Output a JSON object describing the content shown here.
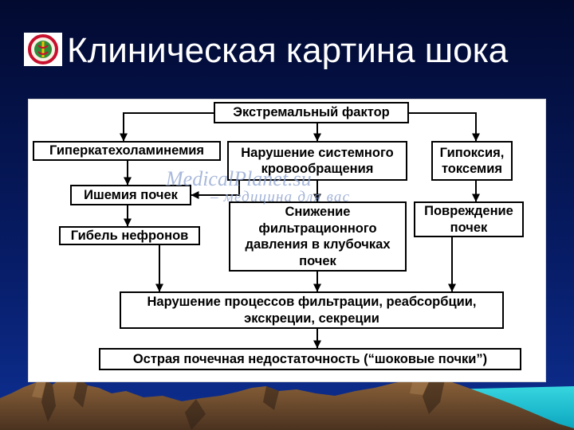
{
  "slide": {
    "title": "Клиническая картина шока",
    "watermark": {
      "site": "MedicalPlanet.su",
      "tagline": "– медицина для вас"
    }
  },
  "diagram": {
    "extreme_factor": {
      "lines": [
        "Экстремальный фактор"
      ]
    },
    "hypercatecholaminemia": {
      "lines": [
        "Гиперкатехоламинемия"
      ]
    },
    "circulation_disorder": {
      "lines": [
        "Нарушение системного",
        "кровообращения"
      ]
    },
    "hypoxia_toxemia": {
      "lines": [
        "Гипоксия,",
        "токсемия"
      ]
    },
    "renal_ischemia": {
      "lines": [
        "Ишемия почек"
      ]
    },
    "filtration_pressure_drop": {
      "lines": [
        "Снижение",
        "фильтрационного",
        "давления в клубочках",
        "почек"
      ]
    },
    "kidney_damage": {
      "lines": [
        "Повреждение",
        "почек"
      ]
    },
    "nephron_death": {
      "lines": [
        "Гибель нефронов"
      ]
    },
    "process_disorder": {
      "lines": [
        "Нарушение процессов фильтрации, реабсорбции,",
        "экскреции, секреции"
      ]
    },
    "acute_renal_failure": {
      "lines": [
        "Острая почечная недостаточность (“шоковые почки”)"
      ]
    }
  },
  "colors": {
    "title_text": "#ffffff",
    "panel": "#ffffff",
    "box_border": "#000000",
    "watermark": "#8da2cf",
    "sky_top": "#020a30",
    "sky_bottom": "#0d2f92",
    "sea": "#1cc4d2",
    "mountain": "#7a5430"
  }
}
